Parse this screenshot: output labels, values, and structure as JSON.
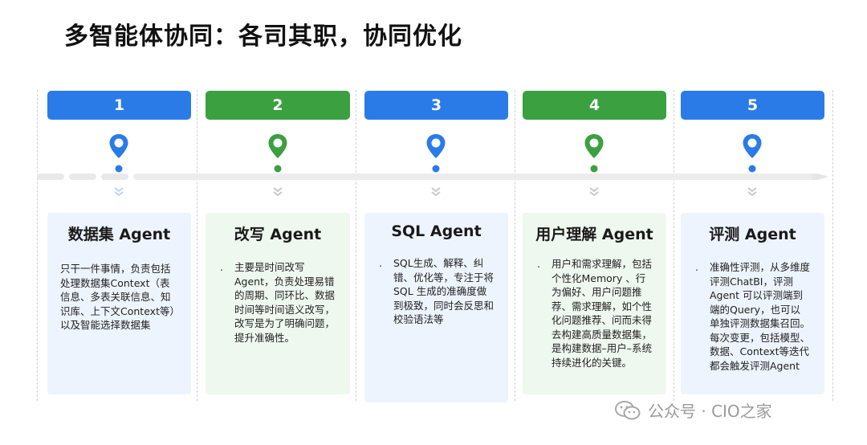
{
  "title": "多智能体协同：各司其职，协同优化",
  "colors": {
    "blue": "#2a7be8",
    "green": "#3aa040"
  },
  "steps": [
    {
      "number": "1",
      "color": "blue",
      "title": "数据集 Agent",
      "body": "只干一件事情，负责包括处理数据集Context（表信息、多表关联信息、知识库、上下文Context等）以及智能选择数据集",
      "bullet": false
    },
    {
      "number": "2",
      "color": "green",
      "title": "改写 Agent",
      "body": "主要是时间改写Agent，负责处理易错的周期、同环比、数据时间等时间语义改写，改写是为了明确问题，提升准确性。",
      "bullet": true
    },
    {
      "number": "3",
      "color": "blue",
      "title": "SQL Agent",
      "body": "SQL生成、解释、纠错、优化等，专注于将SQL 生成的准确度做到极致，同时会反思和校验语法等",
      "bullet": true
    },
    {
      "number": "4",
      "color": "green",
      "title": "用户理解 Agent",
      "body": "用户和需求理解，包括个性化Memory 、行为偏好、用户问题推荐、需求理解，如个性化问题推荐、问而未得去构建高质量数据集，是构建数据–用户–系统持续进化的关键。",
      "bullet": true
    },
    {
      "number": "5",
      "color": "blue",
      "title": "评测 Agent",
      "body": "准确性评测，从多维度评测ChatBI，评测Agent 可以评测端到端的Query，也可以单独评测数据集召回。每次变更，包括模型、数据、Context等迭代都会触发评测Agent",
      "bullet": true
    }
  ],
  "watermark": {
    "text": "公众号 · CIO之家",
    "icon": "wechat-icon"
  }
}
